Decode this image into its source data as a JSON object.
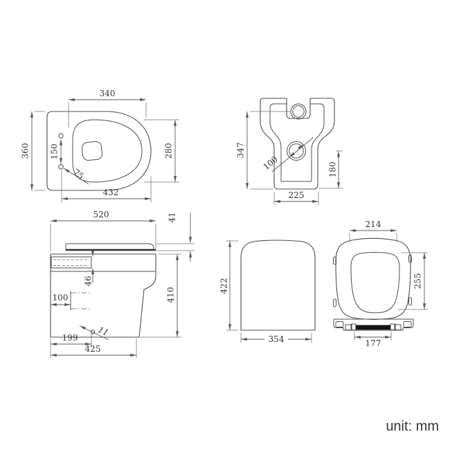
{
  "footer": {
    "unit_label": "unit: mm"
  },
  "dims": {
    "top_view": {
      "seat_width": "340",
      "overall_depth": "360",
      "hinge_hole_spacing": "150",
      "hinge_hole_offset": "75",
      "bowl_length": "280",
      "hole_to_front": "432"
    },
    "back_view": {
      "inlet_height": "347",
      "outlet_diameter": "100",
      "outlet_center_height": "180",
      "base_width": "225"
    },
    "side_view": {
      "overall_depth": "520",
      "seat_gap": "41",
      "fixing_slot": "46",
      "hole_inset": "100",
      "bowl_height": "410",
      "hole_to_back": "199",
      "base_depth": "425",
      "hole_diameter": "11"
    },
    "front_view": {
      "overall_height": "422",
      "overall_width": "354"
    },
    "seat_view": {
      "lid_top_width": "214",
      "lid_depth": "255",
      "hinge_width": "177"
    }
  }
}
